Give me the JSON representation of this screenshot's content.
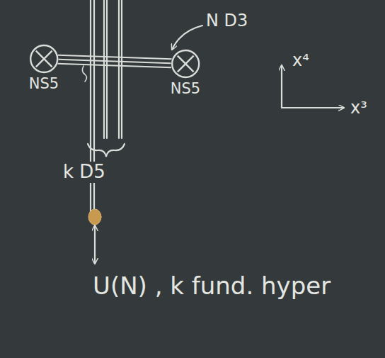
{
  "diagram": {
    "nodes": [
      {
        "text": [
          "NS5"
        ]
      },
      {
        "text": [
          "NS5"
        ]
      }
    ],
    "edges": [
      {
        "from": 0,
        "to": 1,
        "arrow": "none"
      },
      {
        "from": 0,
        "to": 1,
        "arrow": "none"
      },
      {
        "from": 0,
        "to": 1,
        "arrow": "none"
      }
    ],
    "labels": [
      "N D3",
      "x⁴",
      "x³",
      "k D5",
      "U(N) , k fund. hyper"
    ]
  }
}
